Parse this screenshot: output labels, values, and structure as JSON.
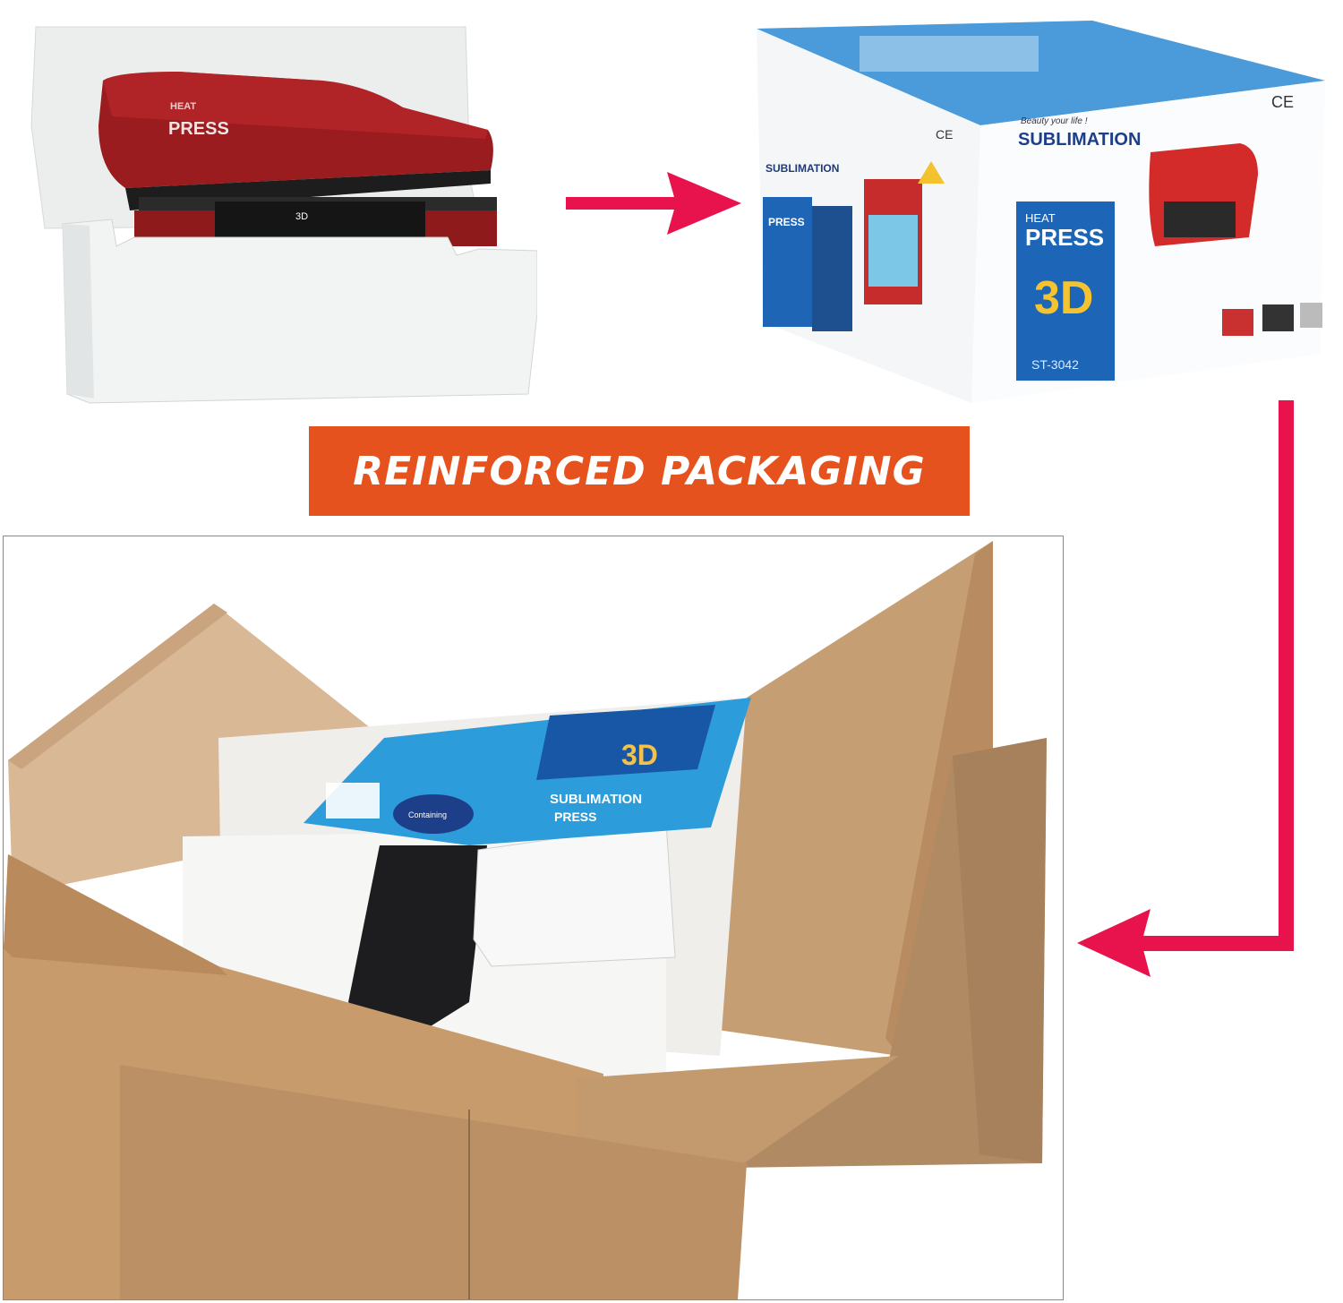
{
  "banner": {
    "text": "REINFORCED PACKAGING",
    "color": "#e5521e"
  },
  "arrow_color": "#e8124d",
  "press_in_foam": {
    "brand_top": "HEAT",
    "brand_main": "PRESS",
    "screen_text": "3D"
  },
  "retail_box": {
    "tagline": "Beauty your life !",
    "title": "SUBLIMATION",
    "heat": "HEAT",
    "press": "PRESS",
    "model_3d": "3D",
    "model": "ST-3042",
    "cert": "CE",
    "side_title": "SUBLIMATION",
    "side_press": "PRESS"
  },
  "shipping_box": {
    "flyer_title": "SUBLIMATION",
    "flyer_press": "PRESS",
    "flyer_model": "3D",
    "flyer_badge": "Containing"
  }
}
